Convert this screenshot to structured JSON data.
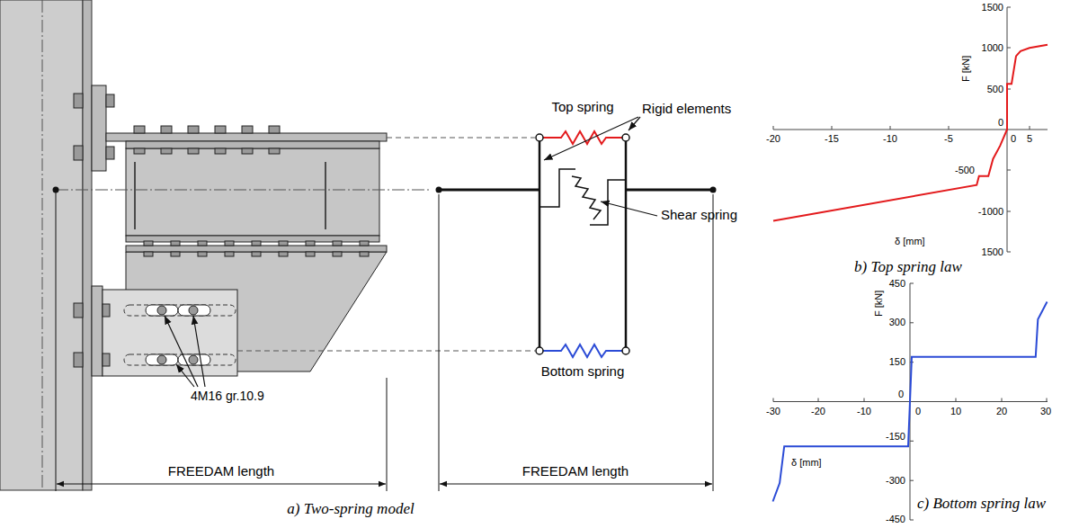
{
  "diagram": {
    "labels": [
      "Top spring",
      "Rigid elements",
      "Shear spring",
      "Bottom spring",
      "4M16 gr.10.9",
      "FREEDAM length",
      "FREEDAM length",
      "a) Two-spring model",
      "b) Top spring law",
      "c) Bottom spring law",
      "1500",
      "1000",
      "500",
      "0",
      "-500",
      "-1000",
      "1500",
      "-20",
      "-15",
      "-10",
      "-5",
      "0",
      "5",
      "F [kN]",
      "δ [mm]",
      "450",
      "300",
      "150",
      "0",
      "-150",
      "-300",
      "-450",
      "-30",
      "-20",
      "-10",
      "0",
      "10",
      "20",
      "30",
      "F [kN]",
      "δ [mm]"
    ]
  }
}
